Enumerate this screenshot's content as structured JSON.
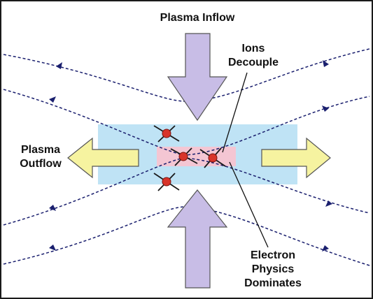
{
  "labels": {
    "plasma_inflow": "Plasma Inflow",
    "ions_decouple_line1": "Ions",
    "ions_decouple_line2": "Decouple",
    "plasma_outflow_line1": "Plasma",
    "plasma_outflow_line2": "Outflow",
    "electron_line1": "Electron",
    "electron_line2": "Physics",
    "electron_line3": "Dominates"
  },
  "colors": {
    "frame": "#1a1a1a",
    "field_line": "#1a1f6e",
    "ion_region": "#bfe3f5",
    "electron_region": "#f4c6d3",
    "inflow_arrow": "#c8bde6",
    "outflow_arrow": "#f6f3a0",
    "particle": "#d8342a"
  },
  "icons": {
    "particle": "particle-icon",
    "field_arrowhead": "arrowhead-icon"
  }
}
